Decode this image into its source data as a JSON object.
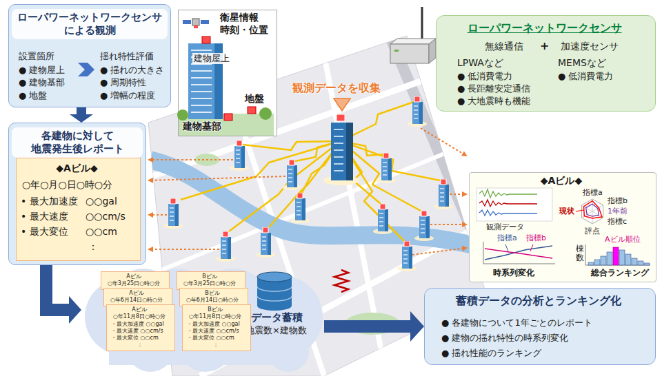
{
  "diagram": {
    "nodes": [
      {
        "text": [
          "ローパワーネットワークセンサ による観測",
          "設置箇所",
          "● 建物屋上",
          "● 建物基部",
          "● 地盤",
          "揺れ特性評価",
          "● 揺れの大きさ",
          "● 周期特性",
          "● 増幅の程度"
        ]
      },
      {
        "text": [
          "各建物に対して 地震発生後レポート"
        ]
      },
      {
        "text": [
          "◆Aビル◆",
          "○年○月○日○時○分",
          "• 最大加速度",
          "○○gal",
          "• 最大速度",
          "○○cm/s",
          "• 最大変位",
          "○○cm",
          "："
        ],
        "in": 1
      },
      {
        "text": [
          "衛星情報 時刻・位置",
          "建物屋上",
          "地盤",
          "建物基部"
        ]
      },
      {
        "text": [
          "ローパワーネットワークセンサ",
          "無線通信",
          "+",
          "加速度センサ",
          "LPWAなど",
          "● 低消費電力",
          "● 長距離安定通信",
          "● 大地震時も機能",
          "MEMSなど",
          "● 低消費電力"
        ]
      },
      {
        "text": [
          "◆Aビル◆",
          "観測データ",
          "指標a",
          "指標b",
          "指標c",
          "現状",
          "1年前",
          "評点",
          "指標a",
          "指標b",
          "時系列変化",
          "Aビル順位",
          "棟数",
          "総合ランキング"
        ]
      },
      {
        "text": [
          "データ蓄積",
          "地震数×建物数"
        ]
      },
      {
        "text": [
          "Aビル",
          "○年3月25日○時○分"
        ],
        "in": 6
      },
      {
        "text": [
          "Aビル",
          "○年6月14日○時○分"
        ],
        "in": 6
      },
      {
        "text": [
          "Aビル",
          "○年11月8日○時○分",
          "・最大加速度 ○○gal",
          "・最大速度 ○○cm/s",
          "・最大変位 ○○cm",
          "："
        ],
        "in": 6
      },
      {
        "text": [
          "Bビル",
          "○年3月25日○時○分"
        ],
        "in": 6
      },
      {
        "text": [
          "Bビル",
          "○年6月14日○時○分"
        ],
        "in": 6
      },
      {
        "text": [
          "Bビル",
          "○年11月8日○時○分",
          "・最大加速度 ○○gal",
          "・最大速度 ○○cm/s",
          "・最大変位 ○○cm",
          "："
        ],
        "in": 6
      },
      {
        "text": [
          "蓄積データの分析とランキング化",
          "● 各建物について1年ごとのレポート",
          "● 建物の揺れ特性の時系列変化",
          "● 揺れ性能のランキング"
        ]
      }
    ],
    "edges": [
      {
        "from": 0,
        "to": 1,
        "arrow": "to"
      },
      {
        "from": 1,
        "to": 6,
        "arrow": "to"
      },
      {
        "from": 6,
        "to": 13,
        "arrow": "to"
      }
    ],
    "labels": [
      "観測データを収集"
    ]
  }
}
